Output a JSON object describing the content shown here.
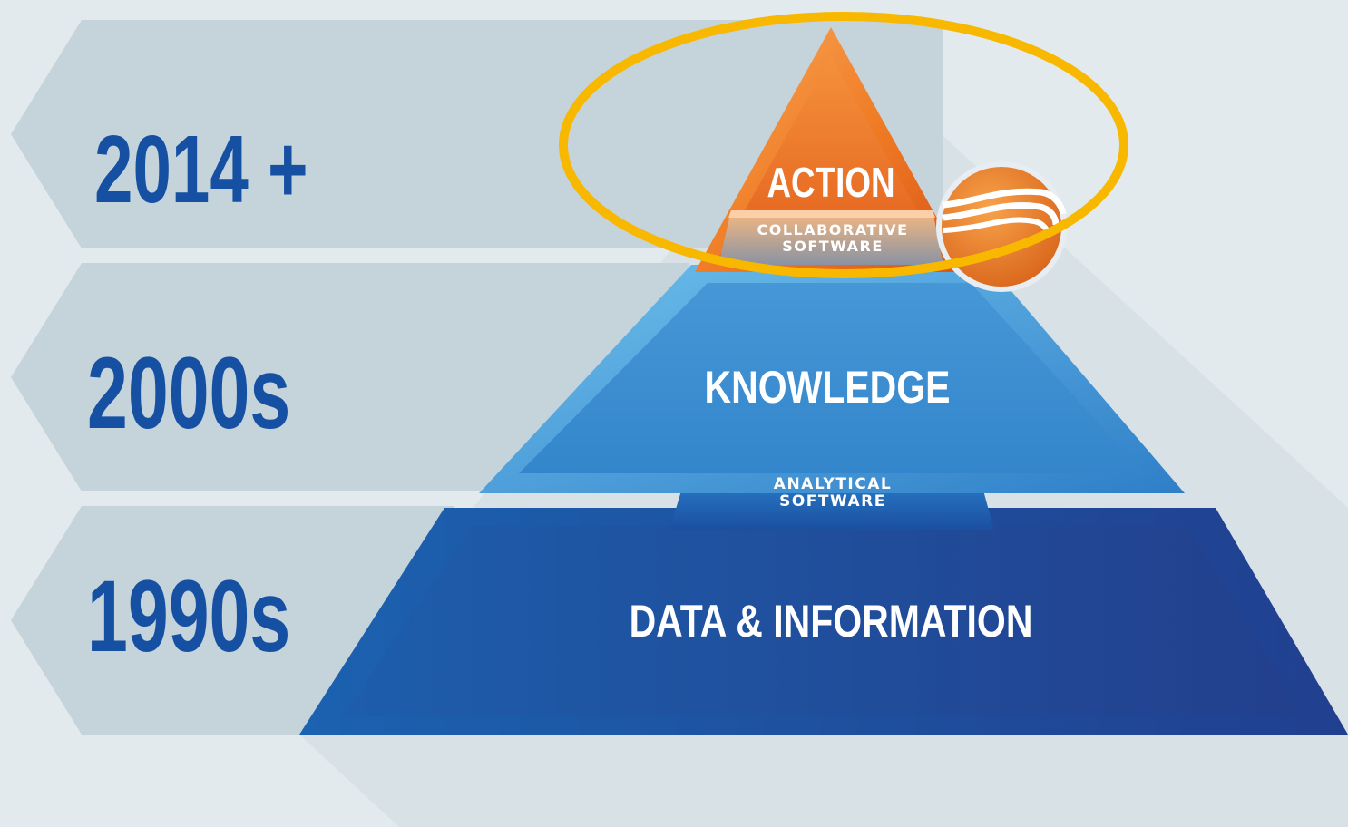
{
  "eras": [
    {
      "label": "2014 +"
    },
    {
      "label": "2000s"
    },
    {
      "label": "1990s"
    }
  ],
  "pyramid": {
    "top_tier": "ACTION",
    "middle_tier": "KNOWLEDGE",
    "base_tier": "DATA & INFORMATION",
    "top_band": {
      "line1": "COLLABORATIVE",
      "line2": "SOFTWARE"
    },
    "middle_band": {
      "line1": "ANALYTICAL",
      "line2": "SOFTWARE"
    }
  },
  "colors": {
    "background": "#e3eaee",
    "arrow_band": "#c4d2da",
    "era_text": "#1650a3",
    "action_orange": "#ee7a24",
    "knowledge_blue": "#3d8fd3",
    "data_blue": "#1b56a6",
    "highlight_ring": "#f8b800"
  },
  "icons": [
    "collaboration-logo-icon"
  ]
}
